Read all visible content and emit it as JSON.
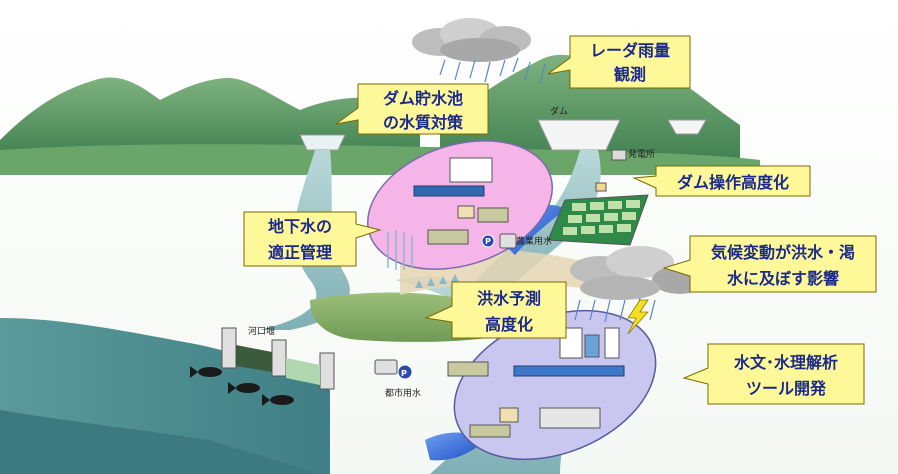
{
  "callouts": {
    "radar": {
      "line1": "レーダ雨量",
      "line2": "観測"
    },
    "dam_quality": {
      "line1": "ダム貯水池",
      "line2": "の水質対策"
    },
    "dam_operation": {
      "line1": "ダム操作高度化"
    },
    "groundwater": {
      "line1": "地下水の",
      "line2": "適正管理"
    },
    "climate": {
      "line1": "気候変動が洪水・渇",
      "line2": "水に及ぼす影響"
    },
    "flood": {
      "line1": "洪水予測",
      "line2": "高度化"
    },
    "hydrology": {
      "line1": "水文･水理解析",
      "line2": "ツール開発"
    }
  },
  "labels": {
    "dam": "ダム",
    "power_plant": "発電所",
    "agri_water": "農業用水",
    "estuary_weir": "河口堰",
    "urban_water": "都市用水",
    "pump_symbol": "P"
  },
  "colors": {
    "callout_fill": "#fff899",
    "callout_text": "#1a2a8c",
    "mountain": "#5d9a5d",
    "river": "#8ab8b8",
    "ocean": "#4a8a8a",
    "pink_zone": "#f5b5e8",
    "lavender_zone": "#c9c6ef"
  }
}
